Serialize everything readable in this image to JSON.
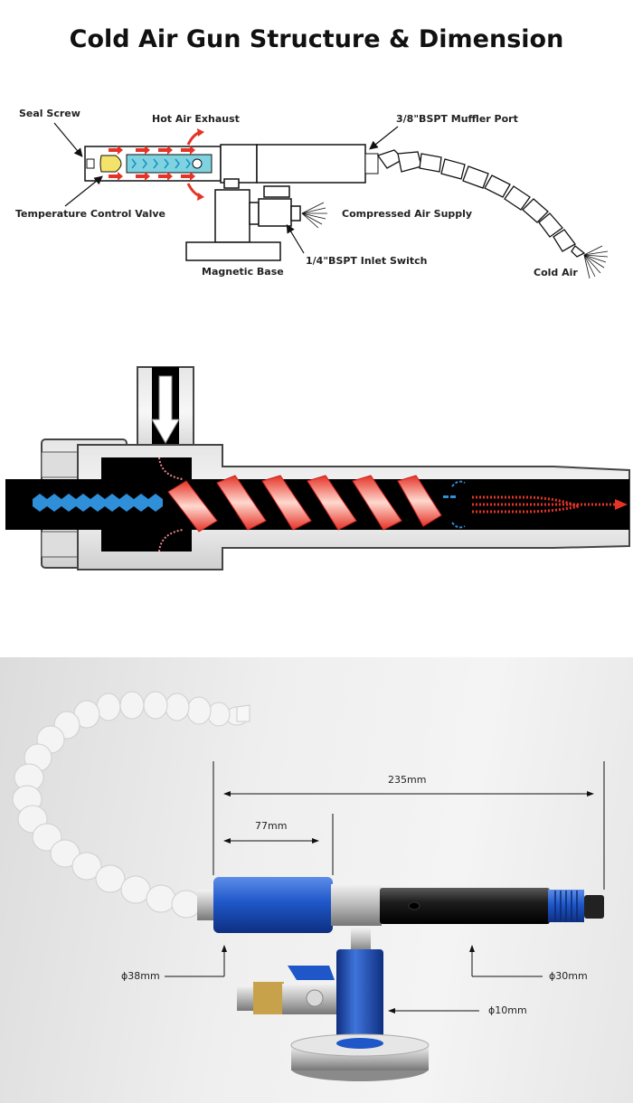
{
  "title": "Cold Air Gun Structure & Dimension",
  "structure_labels": {
    "seal_screw": "Seal Screw",
    "hot_air_exhaust": "Hot Air Exhaust",
    "muffler_port": "3/8\"BSPT Muffler Port",
    "temperature_control_valve": "Temperature Control Valve",
    "compressed_air_supply": "Compressed Air Supply",
    "inlet_switch": "1/4\"BSPT Inlet Switch",
    "magnetic_base": "Magnetic Base",
    "cold_air": "Cold Air"
  },
  "dimensions": {
    "total_length": "235mm",
    "hot_section_length": "77mm",
    "hot_section_diameter": "ϕ38mm",
    "body_diameter": "ϕ30mm",
    "stem_diameter": "ϕ10mm"
  },
  "colors": {
    "hot": "#e53327",
    "cold": "#2f8fd8",
    "tube_fill": "#7fd3e0",
    "valve": "#f3e36b",
    "blue_anodized": "#1f57c9"
  }
}
